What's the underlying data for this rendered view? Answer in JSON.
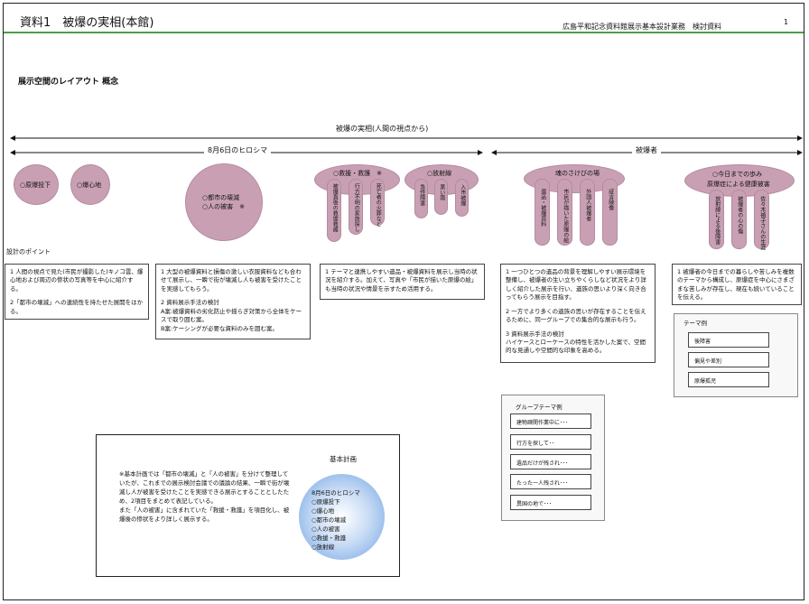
{
  "header": {
    "title": "資料1　被爆の実相(本館)",
    "subtitle": "広島平和記念資料館展示基本設計業務　検討資料",
    "page_number": "1"
  },
  "section_title": "展示空間のレイアウト 概念",
  "arrows": {
    "overall": "被爆の実相(人間の視点から)",
    "left": "8月6日のヒロシマ",
    "right": "被爆者"
  },
  "circles": {
    "bombing": "○原爆投下",
    "hypocenter": "○爆心地",
    "big_line1": "○都市の壊滅",
    "big_line2": "○人の被害　※"
  },
  "groups": {
    "relief": {
      "title": "○救援・救護　※",
      "items": [
        "被爆直後の救援救護",
        "行方不明の家族探し",
        "死亡者の火葬など"
      ]
    },
    "exposure": {
      "title": "○放射線",
      "items": [
        "急性障害",
        "黒い雨",
        "入市被爆"
      ]
    },
    "voices": {
      "title": "魂のさけびの場",
      "items": [
        "遺品・被爆資料",
        "市民が描いた原爆の絵",
        "外国人被爆者",
        "証言映像"
      ]
    },
    "today": {
      "title_line1": "○今日までの歩み",
      "title_line2": "原爆症による健康被害",
      "items": [
        "放射線による後障害",
        "被爆者の心の傷",
        "佐々木禎子さんの生涯"
      ]
    }
  },
  "design_points": {
    "label": "設計のポイント",
    "box1": [
      "1 人間の視点で見た(市民が撮影した)キノコ雲、爆心地および周辺の惨状の写真等を中心に紹介する。",
      "2「都市の壊滅」への連続性を持たせた展開をはかる。"
    ],
    "box2": [
      "1 大型の被爆資料と損傷の激しい衣服資料なども合わせて展示し、一瞬で街が壊滅し人も被害を受けたことを実感してもらう。",
      "2 資料展示手法の検討\nA案:被爆資料の劣化防止や揺らぎ対策から全体をケースで取り囲む案。\nB案:ケーシングが必要な資料のみを囲む案。"
    ],
    "box3": [
      "1 テーマと連携しやすい遺品・被爆資料を展示し当時の状況を紹介する。加えて、写真や「市民が描いた原爆の絵」も当時の状況や情景を示すため活用する。"
    ],
    "box4": [
      "1 一つひとつの遺品の背景を理解しやすい展示環境を整備し、被爆者の生い立ちやくらしなど状況をより詳しく紹介した展示を行い、遺族の思いより深く向き合ってもらう展示を目指す。",
      "2 一方でより多くの遺族の思いが存在することを伝えるために、同一グループでの集合的な展示も行う。",
      "3 資料展示手法の検討\nハイケースとローケースの特性を活かした案で、空間的な見通しや空間的な印象を高める。"
    ],
    "box5": [
      "1 被爆者の今日までの暮らしや苦しみを複数のテーマから構成し、原爆症を中心にさまざまな苦しみが存在し、現在も続いていることを伝える。"
    ]
  },
  "theme_examples": {
    "title": "テーマ例",
    "items": [
      "後障害",
      "偏見や差別",
      "原爆孤児"
    ]
  },
  "group_theme_examples": {
    "title": "グループテーマ例",
    "items": [
      "建物疎開作業中に･･･",
      "行方を探して･･",
      "遺品だけが残され･･･",
      "たった一人残され･･･",
      "異国の地で･･･"
    ]
  },
  "basic_plan": {
    "title": "基本計画",
    "note": "※基本計画では「都市の壊滅」と「人の被害」を分けて整理していたが、これまでの展示検討会議での議論の結果、一瞬で街が壊滅し人が被害を受けたことを実感できる展示とすることとしたため、2項目をまとめて表記している。\nまた「人の被害」に含まれていた「救援・救護」を項目化し、被爆後の惨状をより詳しく展示する。",
    "circle_items": [
      "8月6日のヒロシマ",
      "○原爆投下",
      "○爆心地",
      "○都市の壊滅",
      "○人の被害",
      "○救援・救護",
      "○放射線"
    ]
  }
}
